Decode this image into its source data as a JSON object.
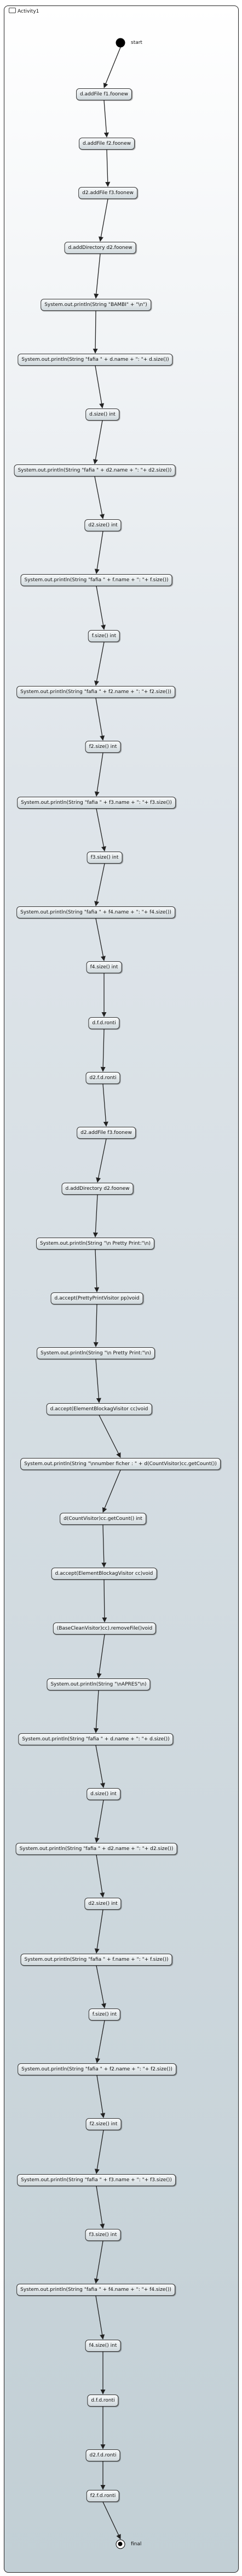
{
  "frame": {
    "title": "Activity1"
  },
  "start": {
    "label": "start"
  },
  "final": {
    "label": "final"
  },
  "nodes": [
    "d.addFile f1.foonew",
    "d.addFile f2.foonew",
    "d2.addFile f3.foonew",
    "d.addDirectory d2.foonew",
    "System.out.println(String \"BAMBI\" + \"\\n\")",
    "System.out.println(String \"fafia \" + d.name + \": \"+ d.size())",
    "d.size() int",
    "System.out.println(String \"fafia \" + d2.name + \": \"+ d2.size())",
    "d2.size() int",
    "System.out.println(String \"fafia \" + f.name + \": \"+ f.size())",
    "f.size() int",
    "System.out.println(String \"fafia \" + f2.name + \": \"+ f2.size())",
    "f2.size() int",
    "System.out.println(String \"fafia \" + f3.name + \": \"+ f3.size())",
    "f3.size() int",
    "System.out.println(String \"fafia \" + f4.name + \": \"+ f4.size())",
    "f4.size() int",
    "d.f.d.ronti",
    "d2.f.d.ronti",
    "d2.addFile f3.foonew",
    "d.addDirectory d2.foonew",
    "System.out.println(String \"\\n Pretty Print:\"\\n)",
    "d.accept(PrettyPrintVisitor pp)void",
    "System.out.println(String \"\\n Pretty Print:\"\\n)",
    "d.accept(ElementBlockagVisitor cc)void",
    "System.out.println(String \"\\nnumber ficher : \" + d(CountVisitor)cc.getCount())",
    "d(CountVisitor)cc.getCount() int",
    "d.accept(ElementBlockagVisitor cc)void",
    "(BaseCleanVisitor)cc).removeFile()void",
    "System.out.println(String \"\\nAPRES\"\\n)",
    "System.out.println(String \"fafia \" + d.name + \": \"+ d.size())",
    "d.size() int",
    "System.out.println(String \"fafia \" + d2.name + \": \"+ d2.size())",
    "d2.size() int",
    "System.out.println(String \"fafia \" + f.name + \": \"+ f.size())",
    "f.size() int",
    "System.out.println(String \"fafia \" + f2.name + \": \"+ f2.size())",
    "f2.size() int",
    "System.out.println(String \"fafia \" + f3.name + \": \"+ f3.size())",
    "f3.size() int",
    "System.out.println(String \"fafia \" + f4.name + \": \"+ f4.size())",
    "f4.size() int",
    "d.f.d.ronti",
    "d2.f.d.ronti",
    "f2.f.d.ronti"
  ]
}
